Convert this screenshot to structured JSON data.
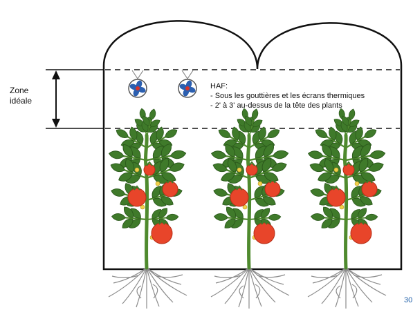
{
  "zone": {
    "line1": "Zone",
    "line2": "idéale"
  },
  "haf_note": {
    "title": "HAF:",
    "line1": "- Sous les gouttières et les écrans thermiques",
    "line2": "- 2' à 3' au-dessus de la tête des plants"
  },
  "page_number": "30",
  "colors": {
    "outline": "#111111",
    "leaf": "#3f7a2a",
    "leaf_dark": "#2c5a1c",
    "stem": "#4f8a2e",
    "fruit": "#e8452a",
    "fruit_dark": "#b52d16",
    "root": "#8a8a8a",
    "fan_blade": "#2b5fb0",
    "fan_center": "#d7332a"
  },
  "plants": [
    "tomato-plant",
    "tomato-plant",
    "tomato-plant"
  ],
  "fans": [
    "fan-icon",
    "fan-icon"
  ]
}
